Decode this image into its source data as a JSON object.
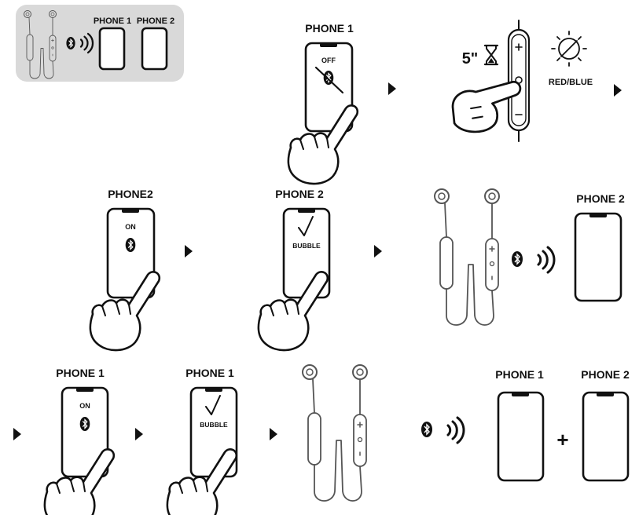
{
  "overview": {
    "phone1_label": "PHONE 1",
    "phone2_label": "PHONE 2"
  },
  "step1": {
    "phone_label": "PHONE 1",
    "screen_text": "OFF"
  },
  "step2": {
    "hold_time": "5\"",
    "led_text": "RED/BLUE"
  },
  "step3": {
    "phone_label": "PHONE2",
    "screen_text": "ON"
  },
  "step4": {
    "phone_label": "PHONE 2",
    "screen_text": "BUBBLE"
  },
  "step5": {
    "phone_label": "PHONE 2"
  },
  "step6": {
    "phone_label": "PHONE 1",
    "screen_text": "ON"
  },
  "step7": {
    "phone_label": "PHONE 1",
    "screen_text": "BUBBLE"
  },
  "step9": {
    "phone1_label": "PHONE 1",
    "phone2_label": "PHONE 2",
    "plus": "+"
  },
  "colors": {
    "ink": "#111111",
    "panel": "#d9d9d9"
  }
}
